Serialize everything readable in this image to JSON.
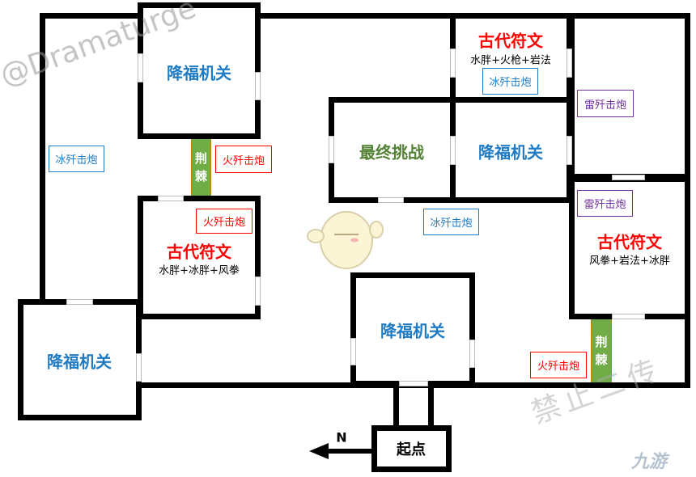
{
  "rooms": {
    "top_left": {
      "title": "降福机关"
    },
    "left_rune": {
      "title": "古代符文",
      "combo": "水胖+冰胖+风拳"
    },
    "bottom_left": {
      "title": "降福机关"
    },
    "final": {
      "title": "最终挑战"
    },
    "middle": {
      "title": "降福机关"
    },
    "top_rune": {
      "title": "古代符文",
      "combo": "水胖+火枪+岩法"
    },
    "right_rune": {
      "title": "古代符文",
      "combo": "风拳+岩法+冰胖"
    },
    "bottom_center": {
      "title": "降福机关"
    },
    "start": {
      "title": "起点"
    }
  },
  "tags": {
    "ice_left": "冰歼击炮",
    "fire_corridor": "火歼击炮",
    "fire_room": "火歼击炮",
    "ice_top_rune": "冰歼击炮",
    "thunder_upper": "雷歼击炮",
    "thunder_lower": "雷歼击炮",
    "ice_center": "冰歼击炮",
    "fire_bottom": "火歼击炮"
  },
  "thorns": [
    "荆",
    "棘"
  ],
  "compass": "N",
  "watermarks": {
    "author": "@Dramaturge",
    "notice": "禁止二传",
    "logo": "九游"
  },
  "colors": {
    "ice": "#1f7bc4",
    "fire": "#ff0000",
    "thunder": "#7030a0",
    "final": "#538135",
    "thorn": "#70ad47"
  }
}
